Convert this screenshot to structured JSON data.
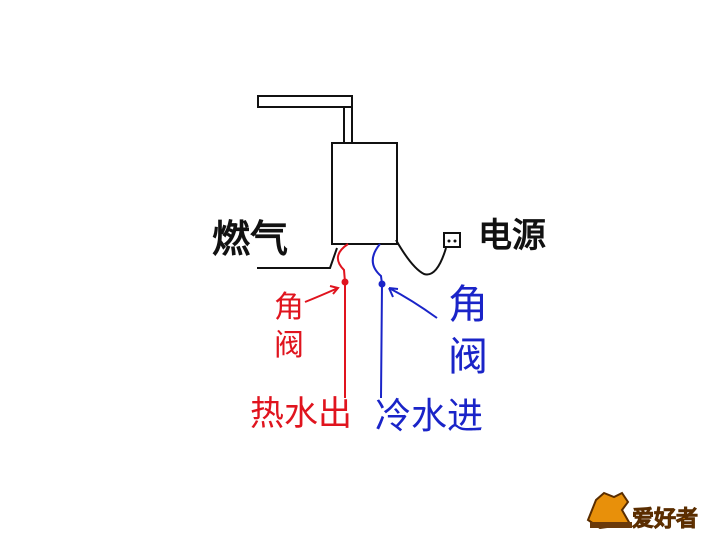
{
  "labels": {
    "gas": "燃气",
    "power": "电源",
    "valve_left": [
      "角",
      "阀"
    ],
    "valve_right": [
      "角",
      "阀"
    ],
    "hot_out": "热水出",
    "cold_in": "冷水进"
  },
  "logo": {
    "text": "爱好者"
  },
  "colors": {
    "hot": "#e0141e",
    "cold": "#1a24c8",
    "line": "#111111",
    "logo": "#e8900a"
  }
}
